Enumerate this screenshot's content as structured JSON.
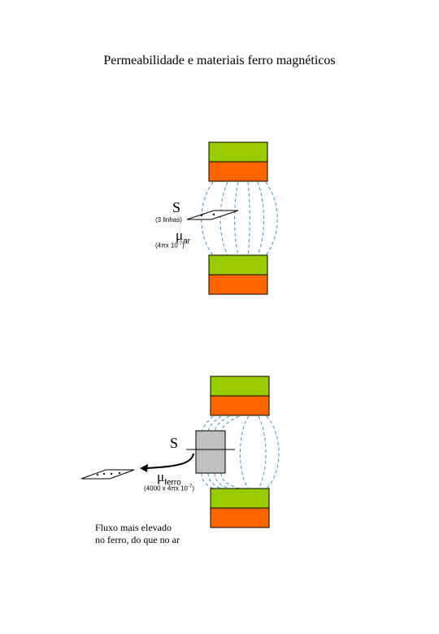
{
  "page": {
    "title": "Permeabilidade e materiais ferro magnéticos"
  },
  "top_diagram": {
    "surface_label": "S",
    "lines_label": "(3 linhas)",
    "mu_symbol": "μ",
    "mu_subscript": "ar",
    "mu_value": "(4πx 10",
    "mu_exponent": "-7",
    "mu_value_close": ")"
  },
  "bottom_diagram": {
    "surface_label": "S",
    "mu_symbol": "μ",
    "mu_subscript": "ferro",
    "mu_value": "(4000 x 4πx 10",
    "mu_exponent": "-7",
    "mu_value_close": ")",
    "caption_line1": "Fluxo mais elevado",
    "caption_line2": "no ferro, do que no ar"
  },
  "colors": {
    "magnet_green": "#99cc00",
    "magnet_orange": "#ff6600",
    "field_line": "#3399cc",
    "iron_block": "#c0c0c0"
  }
}
